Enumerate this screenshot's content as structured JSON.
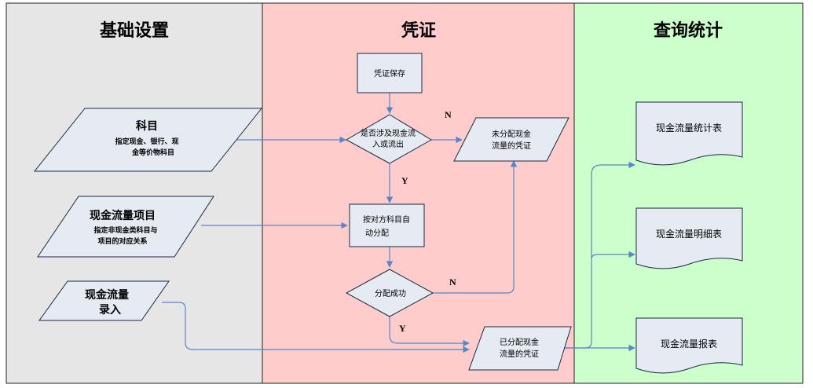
{
  "lanes": {
    "basic": "基础设置",
    "voucher": "凭证",
    "query": "查询统计"
  },
  "inputs": {
    "subject_title": "科目",
    "subject_line1": "指定现金、银行、现",
    "subject_line2": "金等价物科目",
    "project_title": "现金流量项目",
    "project_line1": "指定非现金类科目与",
    "project_line2": "项目的对应关系",
    "entry_line1": "现金流量",
    "entry_line2": "录入"
  },
  "process": {
    "save": "凭证保存",
    "decision1_line1": "是否涉及现金流",
    "decision1_line2": "入或流出",
    "auto_line1": "按对方科目自",
    "auto_line2": "动分配",
    "decision2": "分配成功",
    "unassigned_line1": "未分配现金",
    "unassigned_line2": "流量的凭证",
    "assigned_line1": "已分配现金",
    "assigned_line2": "流量的凭证"
  },
  "reports": {
    "stats": "现金流量统计表",
    "detail": "现金流量明细表",
    "report": "现金流量报表"
  },
  "labels": {
    "n1": "N",
    "y1": "Y",
    "n2": "N",
    "y2": "Y"
  },
  "colors": {
    "lane_basic": "#e6e6e6",
    "lane_voucher": "#ffcccc",
    "lane_query": "#ccffcc",
    "shape_fill": "#e6ebf3",
    "connector": "#5a85c6"
  }
}
